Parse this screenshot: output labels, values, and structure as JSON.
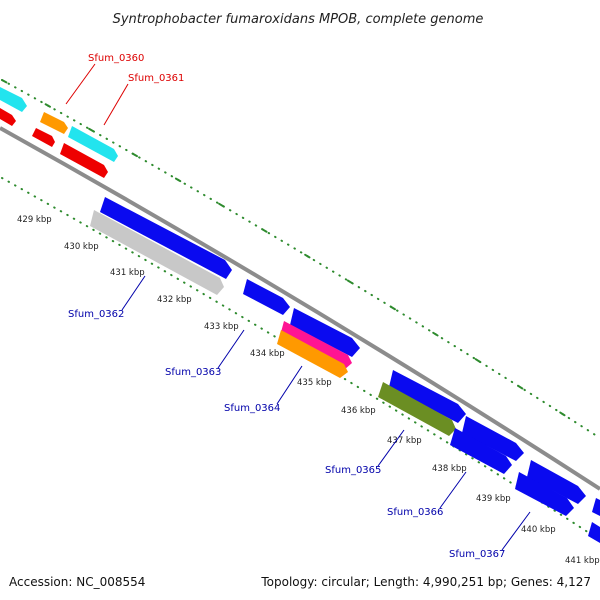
{
  "title": "Syntrophobacter fumaroxidans MPOB, complete genome",
  "footer": {
    "accession": "Accession: NC_008554",
    "summary": "Topology: circular; Length: 4,990,251 bp; Genes: 4,127"
  },
  "tick_labels": [
    "429 kbp",
    "430 kbp",
    "431 kbp",
    "432 kbp",
    "433 kbp",
    "434 kbp",
    "435 kbp",
    "436 kbp",
    "437 kbp",
    "438 kbp",
    "439 kbp",
    "440 kbp",
    "441 kbp"
  ],
  "gene_labels": [
    {
      "name": "Sfum_0360",
      "color": "#dd0000"
    },
    {
      "name": "Sfum_0361",
      "color": "#dd0000"
    },
    {
      "name": "Sfum_0362",
      "color": "#0000aa"
    },
    {
      "name": "Sfum_0363",
      "color": "#0000aa"
    },
    {
      "name": "Sfum_0364",
      "color": "#0000aa"
    },
    {
      "name": "Sfum_0365",
      "color": "#0000aa"
    },
    {
      "name": "Sfum_0366",
      "color": "#0000aa"
    },
    {
      "name": "Sfum_0367",
      "color": "#0000aa"
    }
  ],
  "colors": {
    "backbone": "#8c8c8c",
    "tick_dots": "#2e8b2e",
    "blue": "#0a0af0",
    "red": "#ee0000",
    "cyan": "#22e4ee",
    "orange": "#ff9900",
    "magenta": "#ff1493",
    "olive": "#6b8e23",
    "silver": "#c8c8c8"
  }
}
